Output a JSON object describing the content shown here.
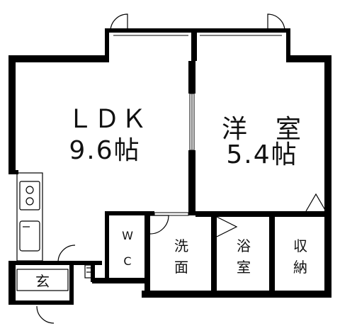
{
  "rooms": {
    "ldk": {
      "name": "ＬＤＫ",
      "size": "9.6帖"
    },
    "western": {
      "name": "洋　室",
      "size": "5.4帖"
    },
    "wc": {
      "line1": "W",
      "line2": "C"
    },
    "washroom": {
      "line1": "洗",
      "line2": "面"
    },
    "bath": {
      "line1": "浴",
      "line2": "室"
    },
    "storage": {
      "line1": "収",
      "line2": "納"
    },
    "entrance": {
      "name": "玄"
    }
  }
}
